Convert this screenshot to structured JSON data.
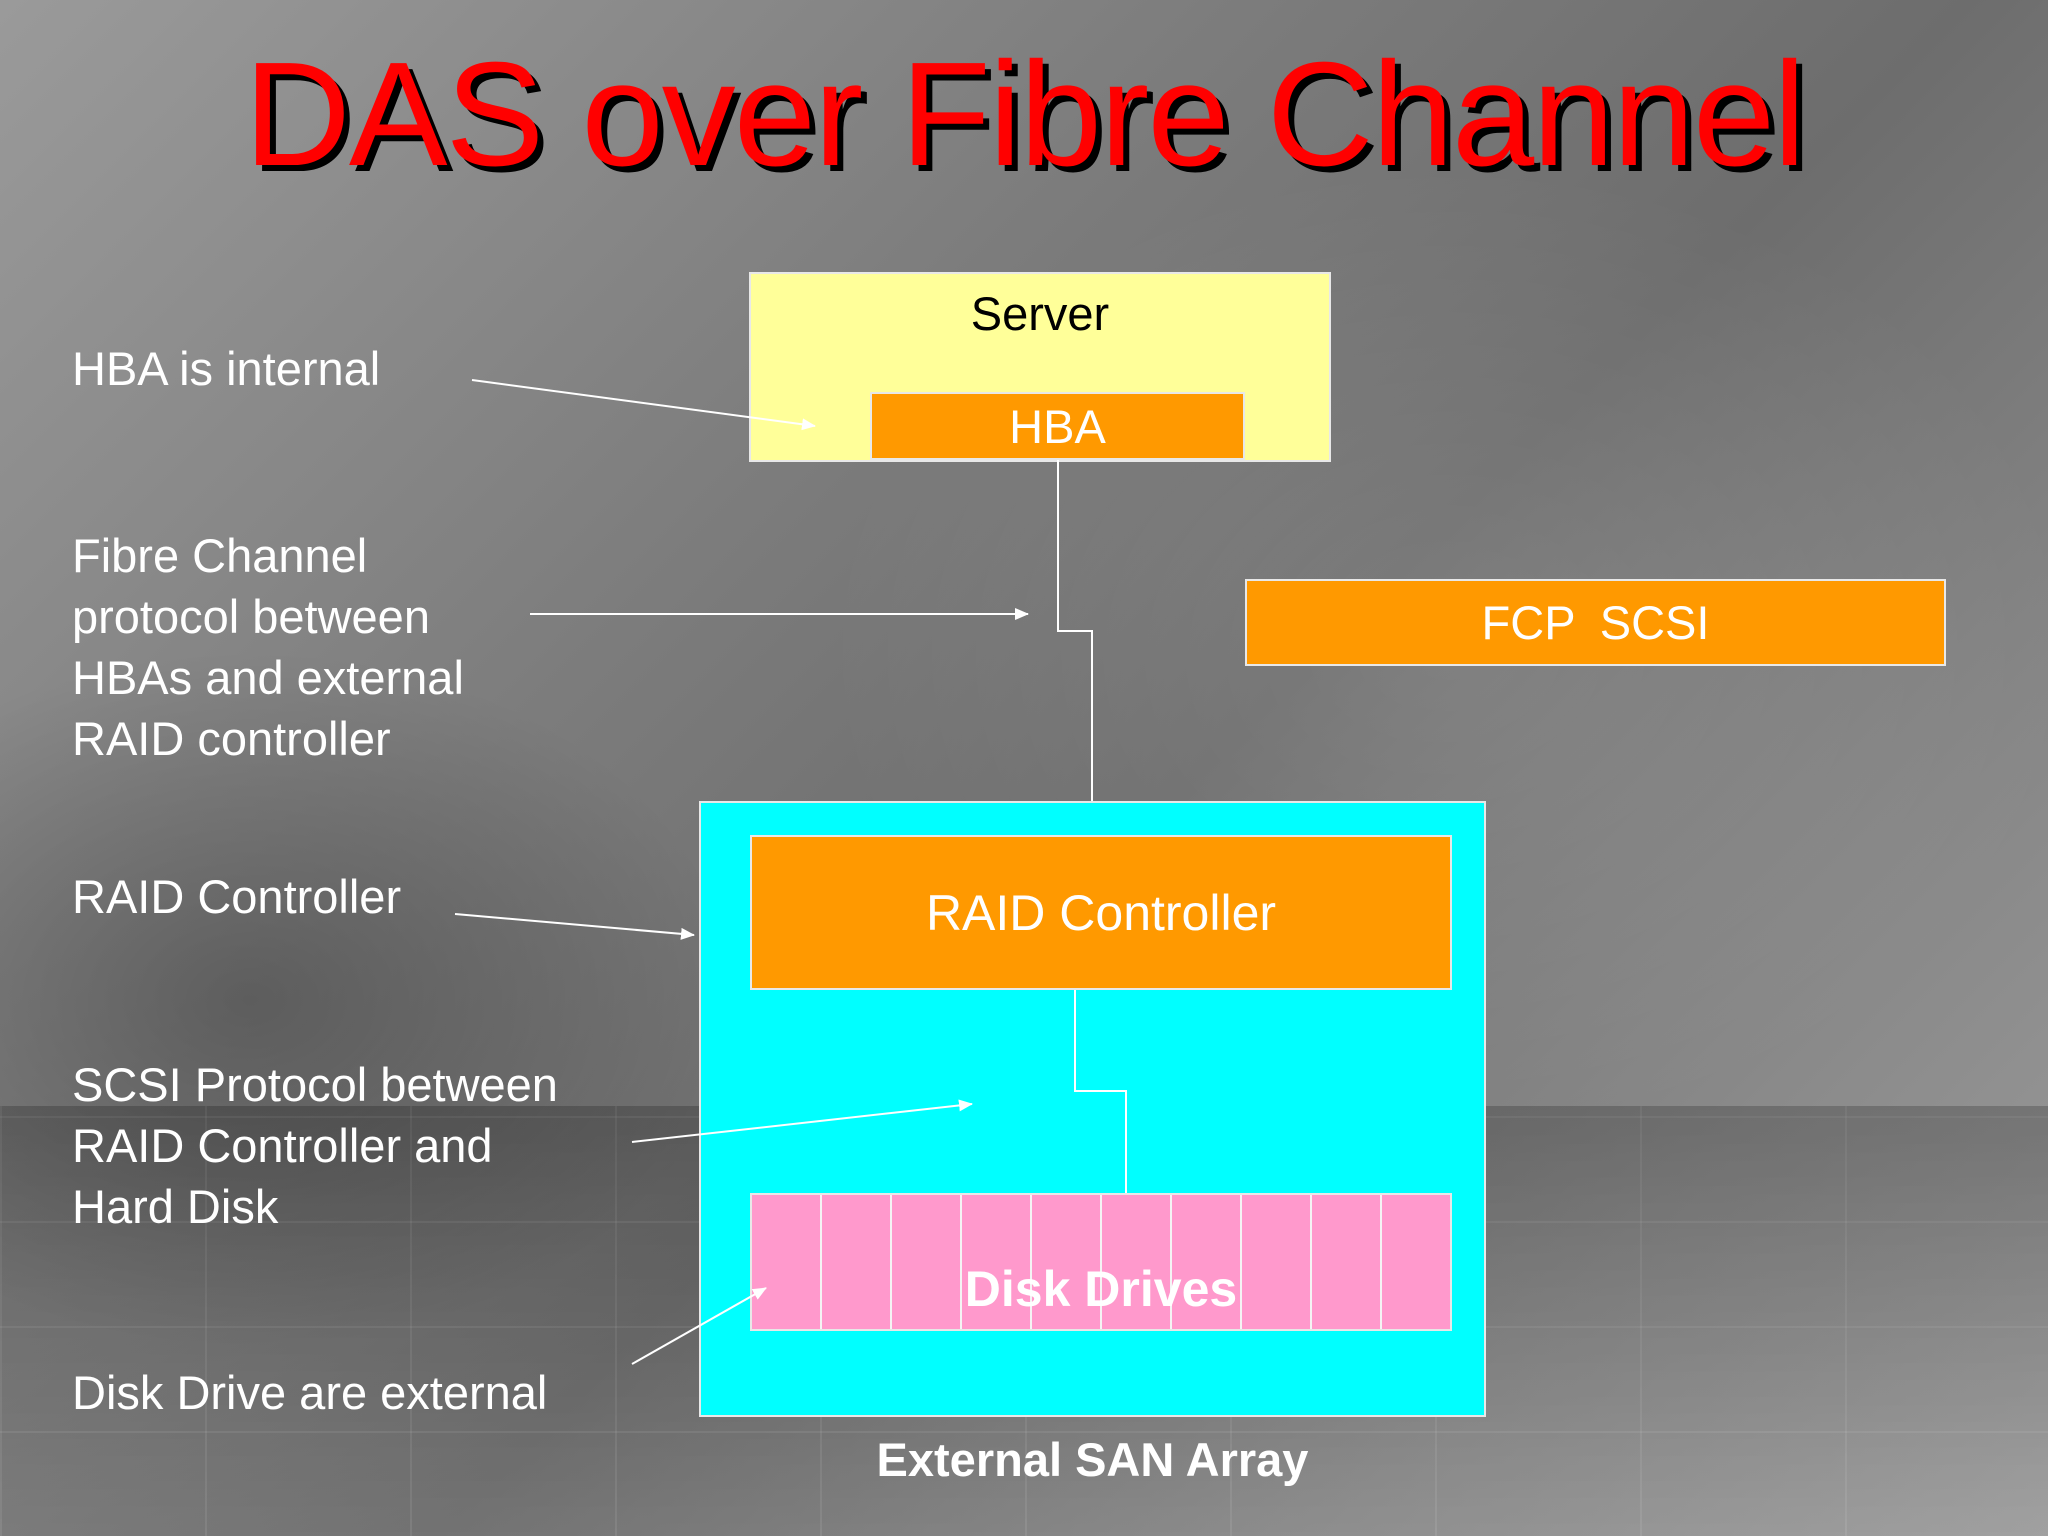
{
  "title": "DAS over Fibre Channel",
  "labels": {
    "hba_internal": "HBA is internal",
    "fc_protocol": "Fibre Channel\nprotocol between\nHBAs and external\nRAID controller",
    "raid_controller": "RAID Controller",
    "scsi_protocol": "SCSI Protocol between\nRAID Controller and\nHard Disk",
    "disk_external": "Disk Drive are external"
  },
  "diagram": {
    "server": "Server",
    "hba": "HBA",
    "fcp_scsi": "FCP  SCSI",
    "raid_controller": "RAID Controller",
    "disk_drives": "Disk Drives",
    "external_san_array": "External SAN Array"
  },
  "colors": {
    "title": "#ff0000",
    "server": "#ffff99",
    "hba": "#ff9900",
    "san_array": "#00ffff",
    "disk_drives": "#ff99cc"
  }
}
